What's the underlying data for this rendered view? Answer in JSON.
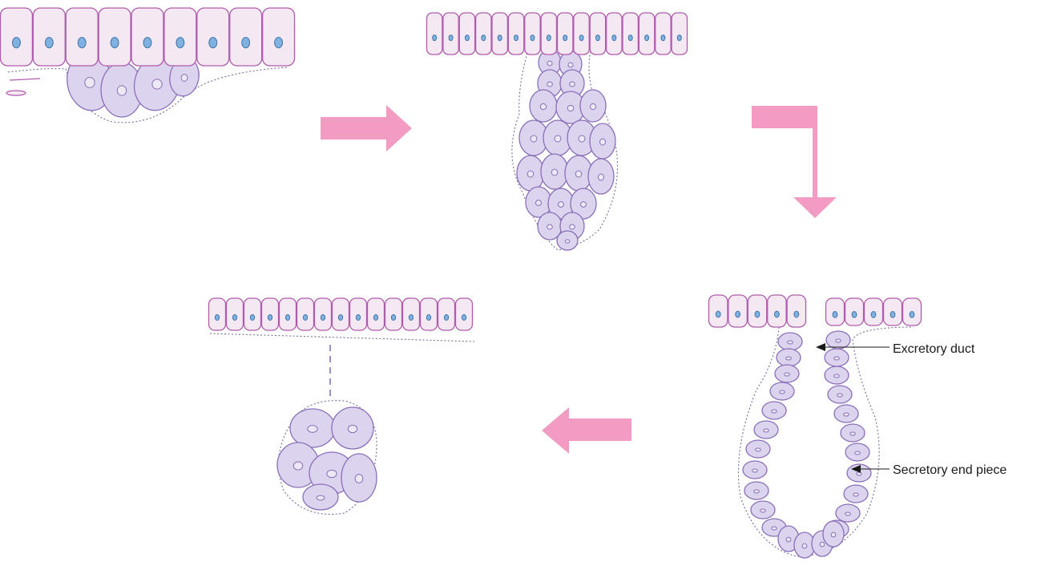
{
  "figure": {
    "labels": {
      "excretory_duct": "Excretory duct",
      "secretory_end_piece": "Secretory end piece"
    },
    "colors": {
      "epithelium_fill": "#f4e8f3",
      "epithelium_stroke": "#b05cac",
      "bud_cell_fill": "#dcd4ee",
      "bud_cell_stroke": "#8a6fb8",
      "nucleus_fill": "#7fb2e0",
      "nucleus_stroke": "#3f74a8",
      "arrow": "#f29cc4",
      "basement_membrane": "#7a6a9a",
      "leader_line": "#1a1a1a"
    },
    "stages": [
      "epithelial-thickening",
      "solid-cord",
      "canalized-gland",
      "detached-cell-cluster"
    ]
  }
}
